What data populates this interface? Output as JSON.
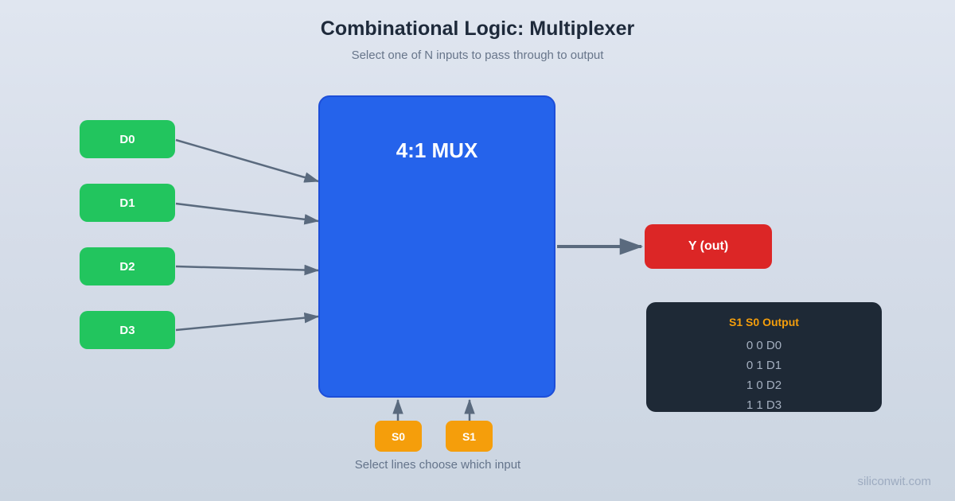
{
  "header": {
    "title": "Combinational Logic: Multiplexer",
    "subtitle": "Select one of N inputs to pass through to output"
  },
  "mux": {
    "label": "4:1 MUX"
  },
  "inputs": [
    {
      "label": "D0"
    },
    {
      "label": "D1"
    },
    {
      "label": "D2"
    },
    {
      "label": "D3"
    }
  ],
  "output": {
    "label": "Y (out)"
  },
  "selects": [
    {
      "label": "S0"
    },
    {
      "label": "S1"
    }
  ],
  "truth_table": {
    "header": "S1 S0 Output",
    "rows": [
      "0 0 D0",
      "0 1 D1",
      "1 0 D2",
      "1 1 D3"
    ]
  },
  "caption": "Select lines choose which input",
  "watermark": "siliconwit.com",
  "colors": {
    "input_green": "#22c55e",
    "mux_blue": "#2563eb",
    "mux_border": "#1d4ed8",
    "output_red": "#dc2626",
    "select_orange": "#f59e0b",
    "table_bg": "#1e2936",
    "table_header_text": "#f59e0b",
    "table_row_text": "#a5b0c0",
    "arrow": "#5a6a7e",
    "background_top": "#e0e6f0",
    "background_bottom": "#cbd5e1"
  }
}
